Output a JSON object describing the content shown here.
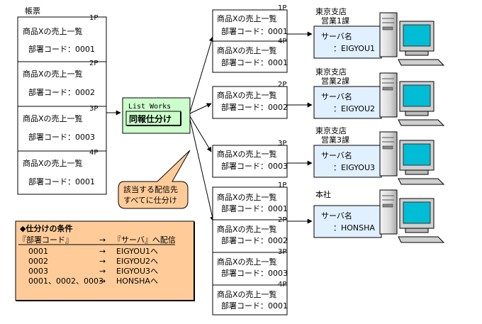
{
  "source": {
    "title": "帳票",
    "pages": [
      {
        "page": "1P",
        "line1": "商品Xの売上一覧",
        "line2": "部署コード：0001"
      },
      {
        "page": "2P",
        "line1": "商品Xの売上一覧",
        "line2": "部署コード：0002"
      },
      {
        "page": "3P",
        "line1": "商品Xの売上一覧",
        "line2": "部署コード：0003"
      },
      {
        "page": "4P",
        "line1": "商品Xの売上一覧",
        "line2": "部署コード：0001"
      }
    ]
  },
  "processor": {
    "name": "List Works",
    "button": "同報仕分け"
  },
  "callout": {
    "line1": "該当する配信先",
    "line2": "すべてに仕分け"
  },
  "outputs": [
    {
      "pages": [
        {
          "page": "1P",
          "line1": "商品Xの売上一覧",
          "line2": "部署コード：0001"
        },
        {
          "page": "4P",
          "line1": "商品Xの売上一覧",
          "line2": "部署コード：0001"
        }
      ]
    },
    {
      "pages": [
        {
          "page": "2P",
          "line1": "商品Xの売上一覧",
          "line2": "部署コード：0002"
        }
      ]
    },
    {
      "pages": [
        {
          "page": "3P",
          "line1": "商品Xの売上一覧",
          "line2": "部署コード：0003"
        }
      ]
    },
    {
      "pages": [
        {
          "page": "1P",
          "line1": "商品Xの売上一覧",
          "line2": "部署コード：0001"
        },
        {
          "page": "2P",
          "line1": "商品Xの売上一覧",
          "line2": "部署コード：0002"
        },
        {
          "page": "3P",
          "line1": "商品Xの売上一覧",
          "line2": "部署コード：0003"
        },
        {
          "page": "4P",
          "line1": "商品Xの売上一覧",
          "line2": "部署コード：0001"
        }
      ]
    }
  ],
  "servers": [
    {
      "location1": "東京支店",
      "location2": "営業1課",
      "label": "サーバ名",
      "value": "：EIGYOU1"
    },
    {
      "location1": "東京支店",
      "location2": "営業2課",
      "label": "サーバ名",
      "value": "：EIGYOU2"
    },
    {
      "location1": "東京支店",
      "location2": "営業3課",
      "label": "サーバ名",
      "value": "：EIGYOU3"
    },
    {
      "location1": "本社",
      "location2": "",
      "label": "サーバ名",
      "value": "：HONSHA"
    }
  ],
  "conditions": {
    "title": "◆仕分けの条件",
    "header_left": "『部署コード』",
    "header_arrow": "→",
    "header_right": "『サーバ』へ配信",
    "rows": [
      {
        "code": "0001",
        "arrow": "→",
        "server": "EIGYOU1",
        "suffix": "へ"
      },
      {
        "code": "0002",
        "arrow": "→",
        "server": "EIGYOU2",
        "suffix": "へ"
      },
      {
        "code": "0003",
        "arrow": "→",
        "server": "EIGYOU3",
        "suffix": "へ"
      },
      {
        "code": "0001、0002、0003",
        "arrow": "→",
        "server": "HONSHA",
        "suffix": "へ"
      }
    ]
  },
  "colors": {
    "processor_bg": "#ccffcc",
    "callout_bg": "#ffcc99",
    "conditions_bg": "#ffcc99",
    "server_box_bg": "#e0f0ff",
    "arrow": "#000000"
  }
}
